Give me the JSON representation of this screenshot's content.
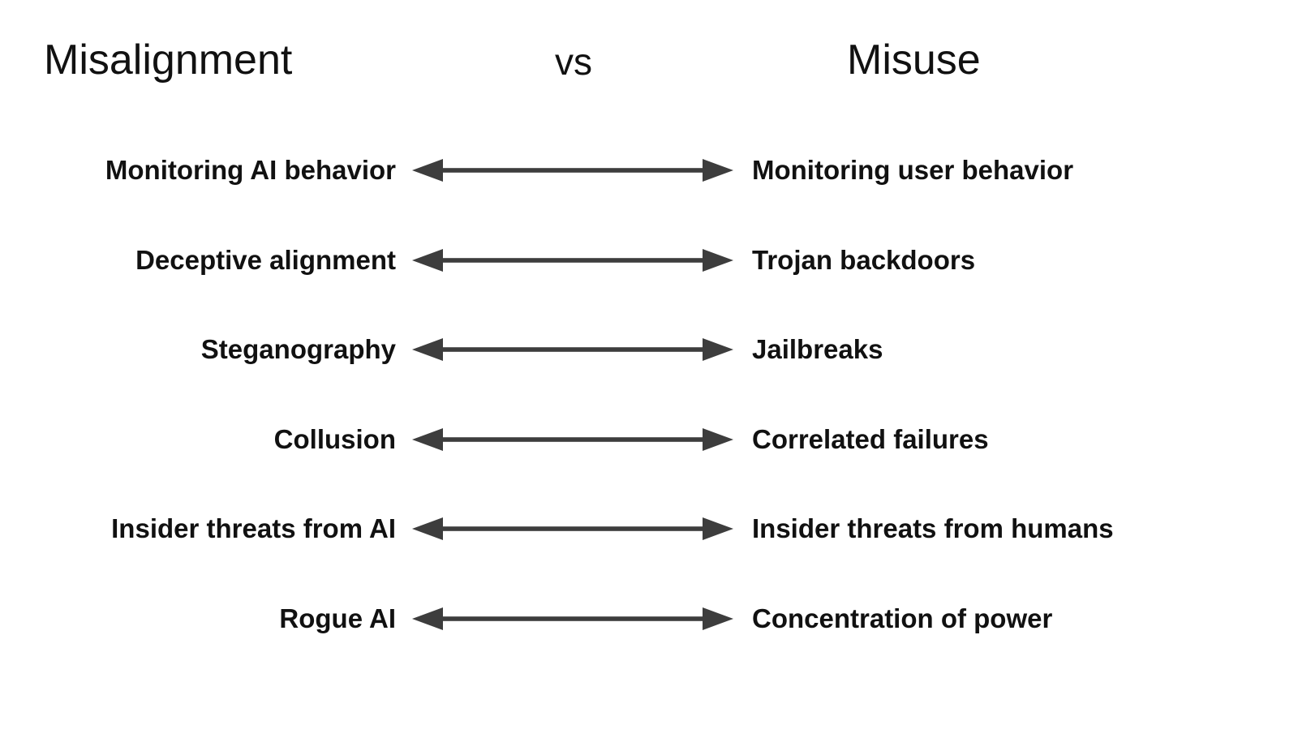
{
  "diagram": {
    "title_left": "Misalignment",
    "title_middle": "vs",
    "title_right": "Misuse",
    "arrow_color": "#3d3d3d",
    "text_color": "#111111",
    "background_color": "#ffffff",
    "rows": [
      {
        "left": "Monitoring AI behavior",
        "right": "Monitoring user behavior",
        "arrow": "bidirectional-arrow"
      },
      {
        "left": "Deceptive alignment",
        "right": "Trojan backdoors",
        "arrow": "bidirectional-arrow"
      },
      {
        "left": "Steganography",
        "right": "Jailbreaks",
        "arrow": "bidirectional-arrow"
      },
      {
        "left": "Collusion",
        "right": "Correlated failures",
        "arrow": "bidirectional-arrow"
      },
      {
        "left": "Insider threats from AI",
        "right": "Insider threats from humans",
        "arrow": "bidirectional-arrow"
      },
      {
        "left": "Rogue AI",
        "right": "Concentration of power",
        "arrow": "bidirectional-arrow"
      }
    ]
  }
}
